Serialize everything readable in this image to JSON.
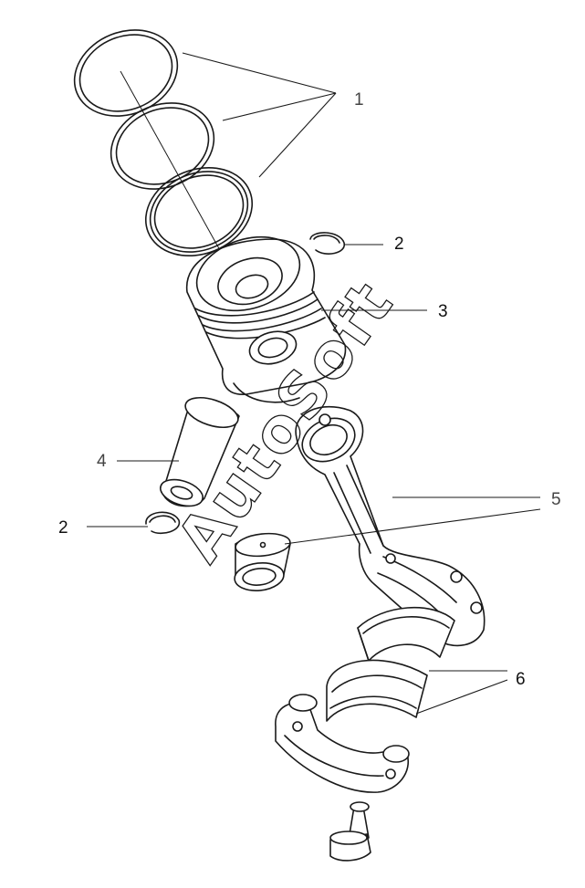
{
  "watermark": "AutoSoft",
  "callouts": [
    {
      "id": "1",
      "label": "1"
    },
    {
      "id": "2a",
      "label": "2"
    },
    {
      "id": "3",
      "label": "3"
    },
    {
      "id": "4",
      "label": "4"
    },
    {
      "id": "2b",
      "label": "2"
    },
    {
      "id": "5",
      "label": "5"
    },
    {
      "id": "6",
      "label": "6"
    }
  ],
  "line_color": "#1a1a1a",
  "background_color": "#ffffff"
}
